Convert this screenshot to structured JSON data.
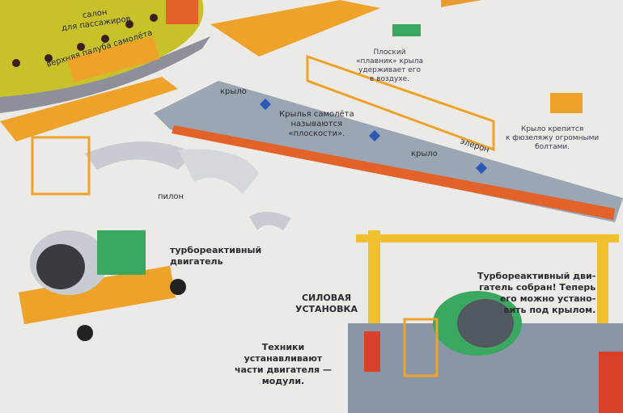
{
  "labels": {
    "cabin": "салон\nдля пассажиров",
    "upper_deck": "верхняя палуба самолёта",
    "wing_top": "крыло",
    "wings_called": "Крылья самолёта\nназываются\n«плоскости».",
    "wing_mid": "крыло",
    "aileron": "элерон",
    "flat_fin": "Плоский\n«плавник» крыла\nудерживает его\nв воздухе.",
    "wing_attached": "Крыло крепится\nк фюзеляжу огромными\nболтами.",
    "pylon": "пилон",
    "turbojet": "турбореактивный\nдвигатель",
    "power_plant": "СИЛОВАЯ\nУСТАНОВКА",
    "technicians": "Техники\nустанавливают\nчасти двигателя —\nмодули.",
    "engine_assembled": "Турбореактивный дви-\nгатель собран! Теперь\nего можно устано-\nвить под крылом."
  },
  "colors": {
    "fuselage": "#c9c12a",
    "wing": "#9aa6b4",
    "stripe": "#e2622a",
    "scaffold": "#eea22a",
    "crane": "#f0c030",
    "engine": "#3aa860"
  }
}
